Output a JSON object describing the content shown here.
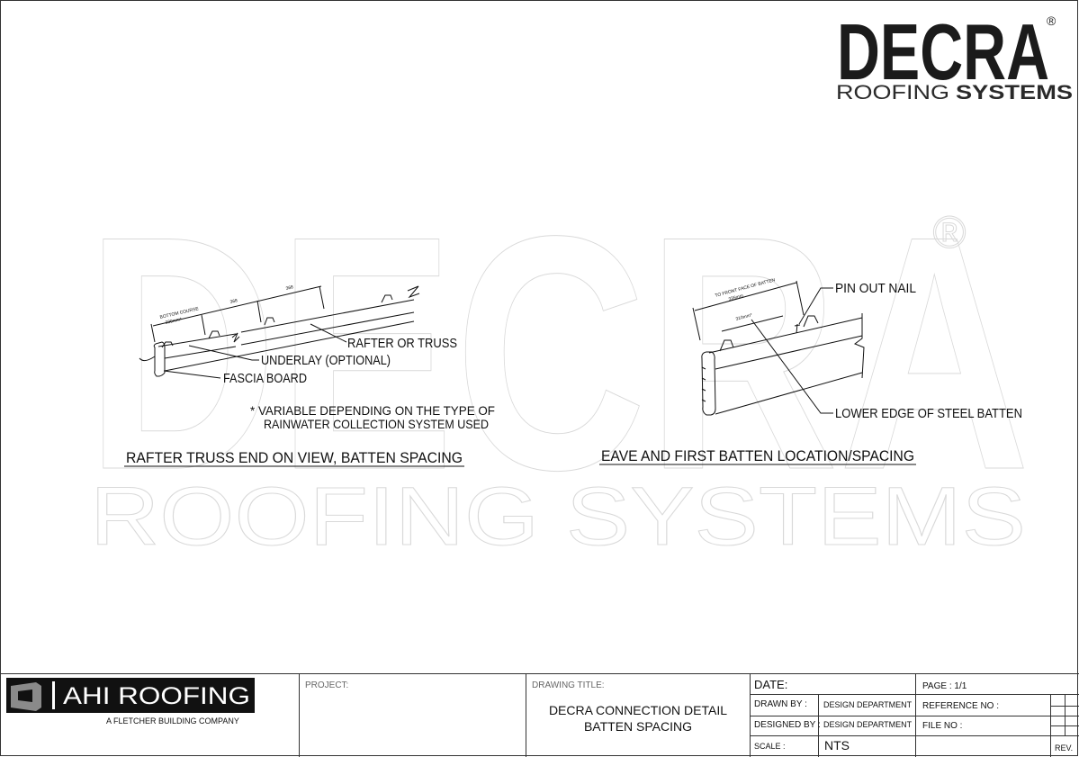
{
  "brand": {
    "logo_word": "DECRA",
    "logo_sub_1": "ROOFING",
    "logo_sub_2": "SYSTEMS",
    "registered": "®",
    "watermark_word": "DECRA",
    "watermark_sub": "ROOFING SYSTEMS"
  },
  "detail_left": {
    "title": "RAFTER TRUSS END ON VIEW, BATTEN SPACING",
    "labels": {
      "rafter": "RAFTER OR TRUSS",
      "underlay": "UNDERLAY (OPTIONAL)",
      "fascia": "FASCIA BOARD"
    },
    "note_line_1": "* VARIABLE DEPENDING ON THE TYPE OF",
    "note_line_2": "RAINWATER COLLECTION SYSTEM USED",
    "dim_bottom_course": "BOTTOM COURSE",
    "dim_bottom_value": "330mm*",
    "dim_mid": "368",
    "dim_right": "368"
  },
  "detail_right": {
    "title": "EAVE AND FIRST BATTEN LOCATION/SPACING",
    "labels": {
      "pin": "PIN OUT NAIL",
      "lower_edge": "LOWER EDGE OF STEEL BATTEN"
    },
    "dim_outer_label": "TO FRONT FACE OF BATTEN",
    "dim_outer_value": "335mm",
    "dim_inner_value": "310mm*"
  },
  "title_block": {
    "company_name": "AHI ROOFING",
    "company_tag": "A FLETCHER BUILDING COMPANY",
    "project_label": "PROJECT:",
    "drawing_title_label": "DRAWING TITLE:",
    "drawing_title_1": "DECRA CONNECTION DETAIL",
    "drawing_title_2": "BATTEN SPACING",
    "date_label": "DATE:",
    "page_label": "PAGE : 1/1",
    "drawn_by_label": "DRAWN BY :",
    "drawn_by_value": "DESIGN DEPARTMENT",
    "reference_label": "REFERENCE NO :",
    "designed_by_label": "DESIGNED BY :",
    "designed_by_value": "DESIGN DEPARTMENT",
    "file_label": "FILE NO :",
    "scale_label": "SCALE :",
    "scale_value": "NTS",
    "rev_label": "REV."
  }
}
